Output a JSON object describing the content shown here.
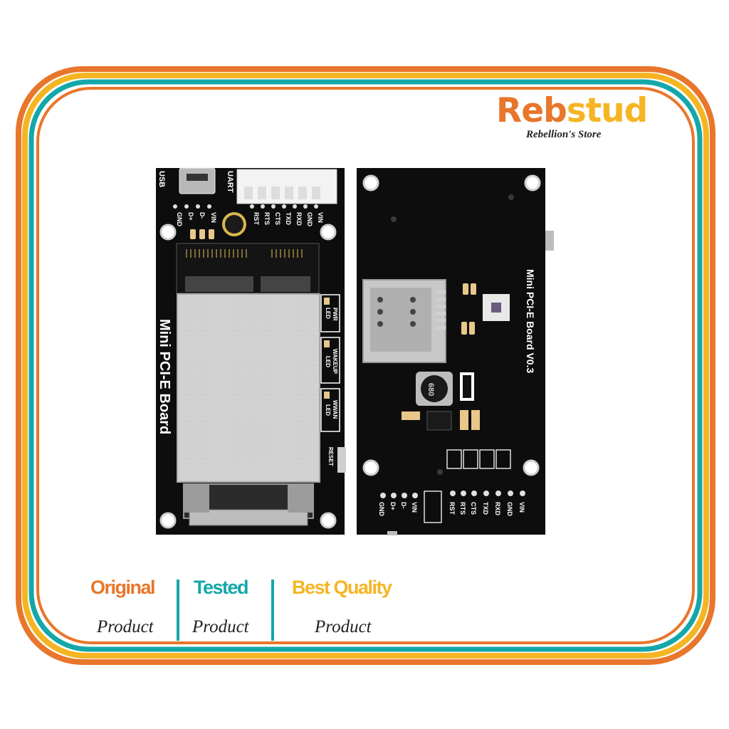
{
  "brand": {
    "name_part1": "Reb",
    "name_part2": "stud",
    "tagline": "Rebellion's Store"
  },
  "badges": [
    {
      "title": "Original",
      "subtitle": "Product"
    },
    {
      "title": "Tested",
      "subtitle": "Product"
    },
    {
      "title": "Best Quality",
      "subtitle": "Product"
    }
  ],
  "colors": {
    "orange": "#e8762b",
    "yellow": "#f5b523",
    "teal": "#14a7a9",
    "pcb": "#0d0d0d"
  },
  "front_board": {
    "title": "Mini PCI-E Board",
    "usb_label": "USB",
    "uart_label": "UART",
    "usb_pins": [
      "GND",
      "D+",
      "D-",
      "VIN"
    ],
    "uart_pins": [
      "RST",
      "RTS",
      "CTS",
      "TXD",
      "RXD",
      "GND",
      "VIN"
    ],
    "led_labels": [
      [
        "PWR",
        "LED"
      ],
      [
        "WAKEUP",
        "LED"
      ],
      [
        "WWAN",
        "LED"
      ]
    ],
    "reset_label": "RESET"
  },
  "back_board": {
    "title": "Mini PCI-E Board V0.3",
    "inductor_marking": "680",
    "usb_pins": [
      "GND",
      "D+",
      "D-",
      "VIN"
    ],
    "uart_pins": [
      "RST",
      "RTS",
      "CTS",
      "TXD",
      "RXD",
      "GND",
      "VIN"
    ]
  }
}
